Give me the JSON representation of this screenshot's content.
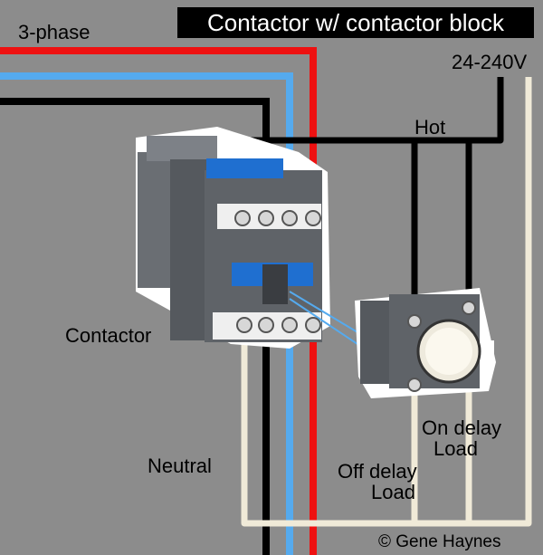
{
  "title": "Contactor w/ contactor block",
  "labels": {
    "three_phase": "3-phase",
    "voltage": "24-240V",
    "hot": "Hot",
    "contactor": "Contactor",
    "neutral": "Neutral",
    "off_delay_line1": "Off delay",
    "off_delay_line2": "Load",
    "on_delay_line1": "On delay",
    "on_delay_line2": "Load"
  },
  "credit": "© Gene Haynes",
  "colors": {
    "background": "#8c8c8c",
    "phase_red": "#ee1111",
    "phase_blue": "#55aaee",
    "phase_black": "#000000",
    "control_white": "#f0ead8",
    "contactor_body": "#5f6368",
    "actuator_blue": "#1f6fd0"
  },
  "icons": [
    "contactor-icon",
    "timer-block-icon",
    "timer-knob-icon",
    "terminal-screw-icon"
  ]
}
